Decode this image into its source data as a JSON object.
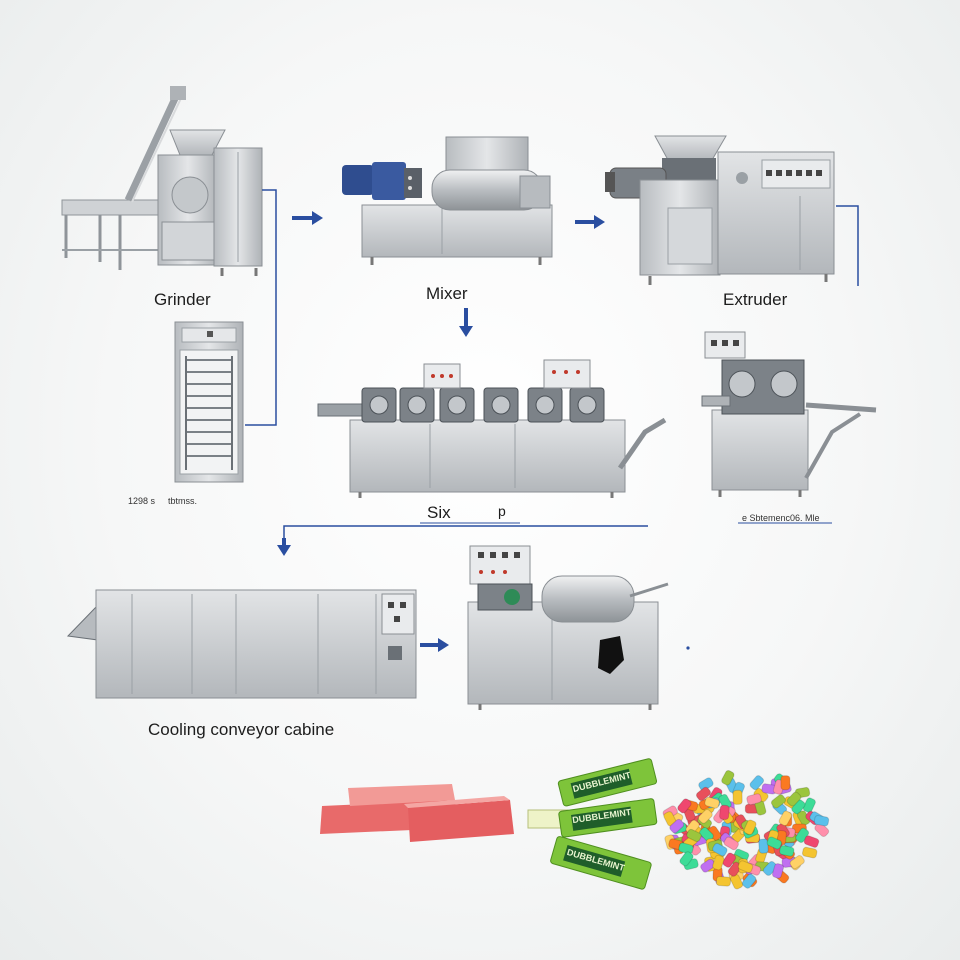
{
  "labels": {
    "grinder": "Grinder",
    "mixer": "Mixer",
    "extruder": "Extruder",
    "six": "Six",
    "six_suffix": "p",
    "cooling": "Cooling conveyor cabine",
    "cabinet_caption_a": "1298 s",
    "cabinet_caption_b": "tbtmss.",
    "packing_caption": "e Sbtemenc06. Mle"
  },
  "product_text": {
    "gum_brand": "DUBBLEMINT"
  },
  "colors": {
    "flow_arrow": "#2a4ea0",
    "steel": "#c9cccf",
    "steel_dark": "#8f9499",
    "motor_blue": "#2f4d8f",
    "gum_pink": "#e86a6a",
    "gum_green": "#7ec43a"
  }
}
